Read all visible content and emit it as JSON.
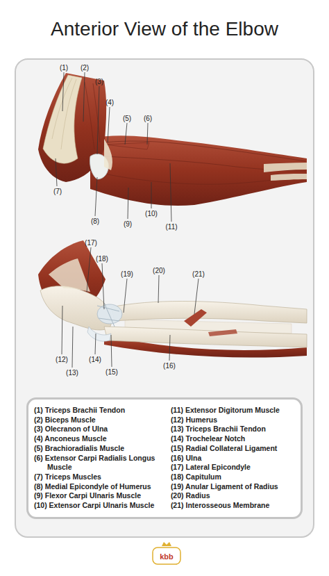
{
  "diagram": {
    "title": "Anterior View of the Elbow",
    "nodes": [
      {
        "text": [
          "(1) Triceps Brachii Tendon",
          "(2) Biceps Muscle",
          "(3) Olecranon of Ulna",
          "(4) Anconeus Muscle",
          "(5) Brachioradialis Muscle",
          "(6) Extensor Carpi Radialis Longus Muscle",
          "(7) Triceps Muscles",
          "(8) Medial Epicondyle of Humerus",
          "(9) Flexor Carpi Ulnaris Muscle",
          "(10) Extensor Carpi Ulnaris Muscle",
          "(11) Extensor Digitorum Muscle",
          "(12) Humerus",
          "(13) Triceps Brachii Tendon",
          "(14) Trochelear Notch",
          "(15) Radial Collateral Ligament",
          "(16) Ulna",
          "(17) Lateral Epicondyle",
          "(18) Capitulum",
          "(19) Anular Ligament of Radius",
          "(20) Radius",
          "(21) Interosseous Membrane"
        ]
      }
    ],
    "labels": [
      "(1)",
      "(2)",
      "(3)",
      "(4)",
      "(5)",
      "(6)",
      "(7)",
      "(8)",
      "(9)",
      "(10)",
      "(11)",
      "(17)",
      "(18)",
      "(19)",
      "(20)",
      "(21)",
      "(12)",
      "(13)",
      "(14)",
      "(15)",
      "(16)",
      "kbb"
    ]
  }
}
